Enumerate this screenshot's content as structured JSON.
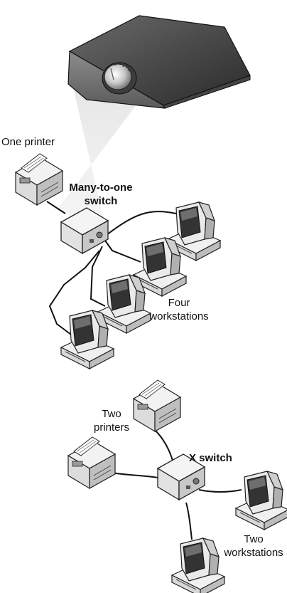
{
  "labels": {
    "one_printer": "One printer",
    "many_to_one_switch": [
      "Many-to-one",
      "switch"
    ],
    "four_workstations": [
      "Four",
      "workstations"
    ],
    "two_printers": [
      "Two",
      "printers"
    ],
    "x_switch": "X switch",
    "two_workstations": [
      "Two",
      "workstations"
    ]
  }
}
